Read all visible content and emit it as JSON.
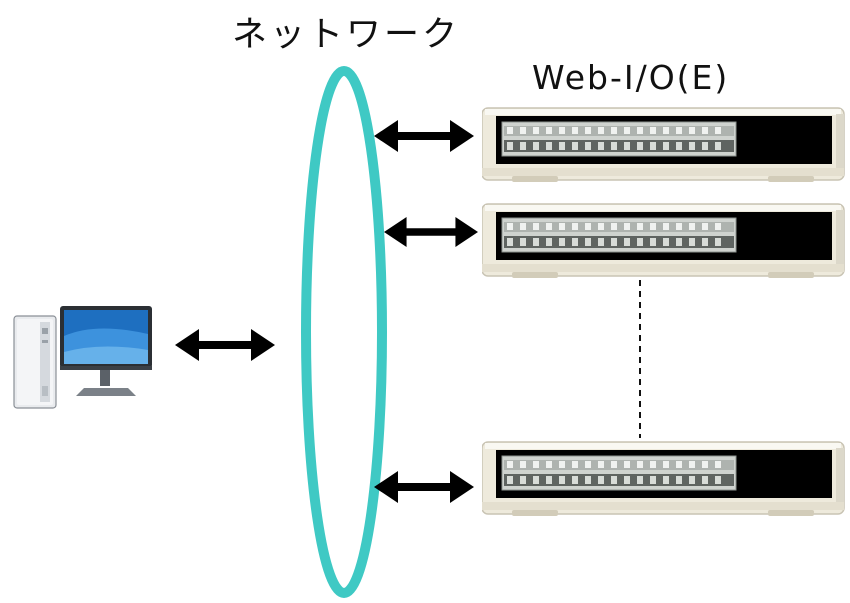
{
  "labels": {
    "network": "ネットワーク",
    "devices": "Web-I/O(E)"
  },
  "icons": {
    "computer": "desktop-computer-icon",
    "device": "io-terminal-block-device-icon",
    "arrow": "double-headed-arrow-icon",
    "network": "network-ellipse-icon"
  },
  "colors": {
    "network_ring": "#3fc9c4",
    "arrow": "#000000",
    "device_body": "#eeeadc",
    "device_panel": "#000000",
    "terminal_block": "#cfd3cf",
    "monitor_screen": "#1e6fc0"
  },
  "devices": {
    "shown_count": 3,
    "ellipsis": "dashed-connector"
  }
}
